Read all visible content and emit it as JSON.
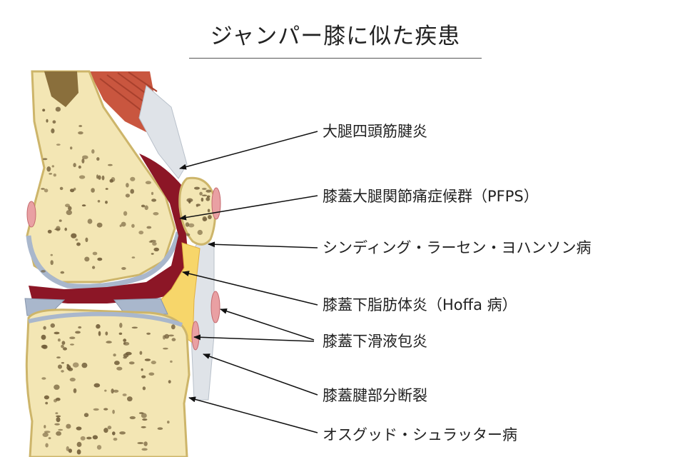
{
  "title": "ジャンパー膝に似た疾患",
  "labels": [
    "大腿四頭筋腱炎",
    "膝蓋大腿関節痛症候群（PFPS）",
    "シンディング・ラーセン・ヨハンソン病",
    "膝蓋下脂肪体炎（Hoffa 病）",
    "膝蓋下滑液包炎",
    "膝蓋腱部分断裂",
    "オスグッド・シュラッター病"
  ],
  "colors": {
    "bone": "#f3e6b4",
    "bone_outline": "#cdb56a",
    "marrow": "#6e5a36",
    "cartilage": "#a9b7cc",
    "synovium": "#8c1626",
    "fat_pad": "#f7d66a",
    "muscle": "#c9563f",
    "tendon": "#dfe3e8",
    "bursa": "#e9a0a3",
    "arrow": "#111111"
  }
}
